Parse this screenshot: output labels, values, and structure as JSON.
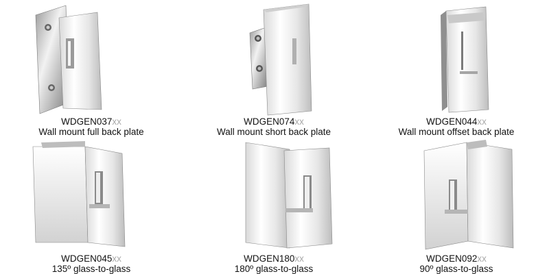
{
  "products": [
    {
      "code": "WDGEN037",
      "suffix": "xx",
      "desc": "Wall mount full back plate"
    },
    {
      "code": "WDGEN074",
      "suffix": "xx",
      "desc": "Wall mount short back plate"
    },
    {
      "code": "WDGEN044",
      "suffix": "xx",
      "desc": "Wall mount offset back plate"
    },
    {
      "code": "WDGEN045",
      "suffix": "xx",
      "desc": "135º glass-to-glass"
    },
    {
      "code": "WDGEN180",
      "suffix": "xx",
      "desc": "180º glass-to-glass"
    },
    {
      "code": "WDGEN092",
      "suffix": "xx",
      "desc": "90º glass-to-glass"
    }
  ],
  "colors": {
    "suffix": "#a9a9a9",
    "chrome_light": "#f4f4f4",
    "chrome_dark": "#8c8c8c"
  }
}
